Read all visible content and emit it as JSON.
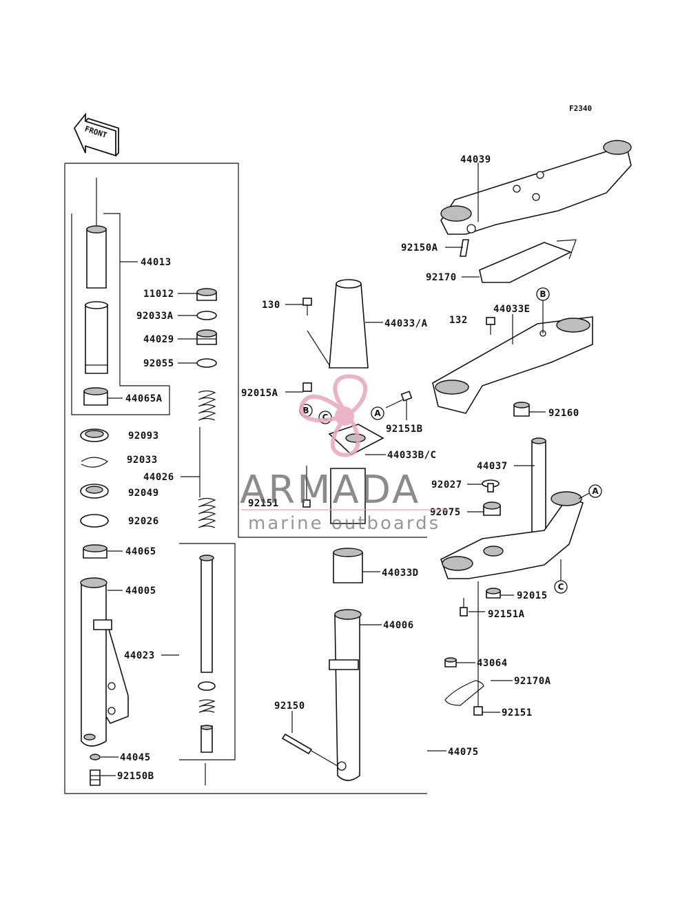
{
  "figure_id": "F2340",
  "front_label": "FRONT",
  "watermark": {
    "brand": "ARMADA",
    "tagline": "marine outboards",
    "logo_color": "#e8a6bf"
  },
  "callouts": [
    "A",
    "B",
    "C"
  ],
  "parts": {
    "p44013": "44013",
    "p11012": "11012",
    "p92033A": "92033A",
    "p44029": "44029",
    "p92055": "92055",
    "p44065A": "44065A",
    "p92093": "92093",
    "p92033": "92033",
    "p44026": "44026",
    "p92049": "92049",
    "p92026": "92026",
    "p44065": "44065",
    "p44005": "44005",
    "p44023": "44023",
    "p44045": "44045",
    "p92150B": "92150B",
    "p130": "130",
    "p44033A": "44033/A",
    "p92015A": "92015A",
    "p92151B": "92151B",
    "p44033BC": "44033B/C",
    "p92151": "92151",
    "p44033D": "44033D",
    "p44006": "44006",
    "p92150": "92150",
    "p44075": "44075",
    "p44039": "44039",
    "p92150A": "92150A",
    "p92170": "92170",
    "p132": "132",
    "p44033E": "44033E",
    "p92160": "92160",
    "p44037": "44037",
    "p92027": "92027",
    "p92075": "92075",
    "p92015": "92015",
    "p92151A": "92151A",
    "p43064": "43064",
    "p92170A": "92170A",
    "p92151b2": "92151"
  }
}
